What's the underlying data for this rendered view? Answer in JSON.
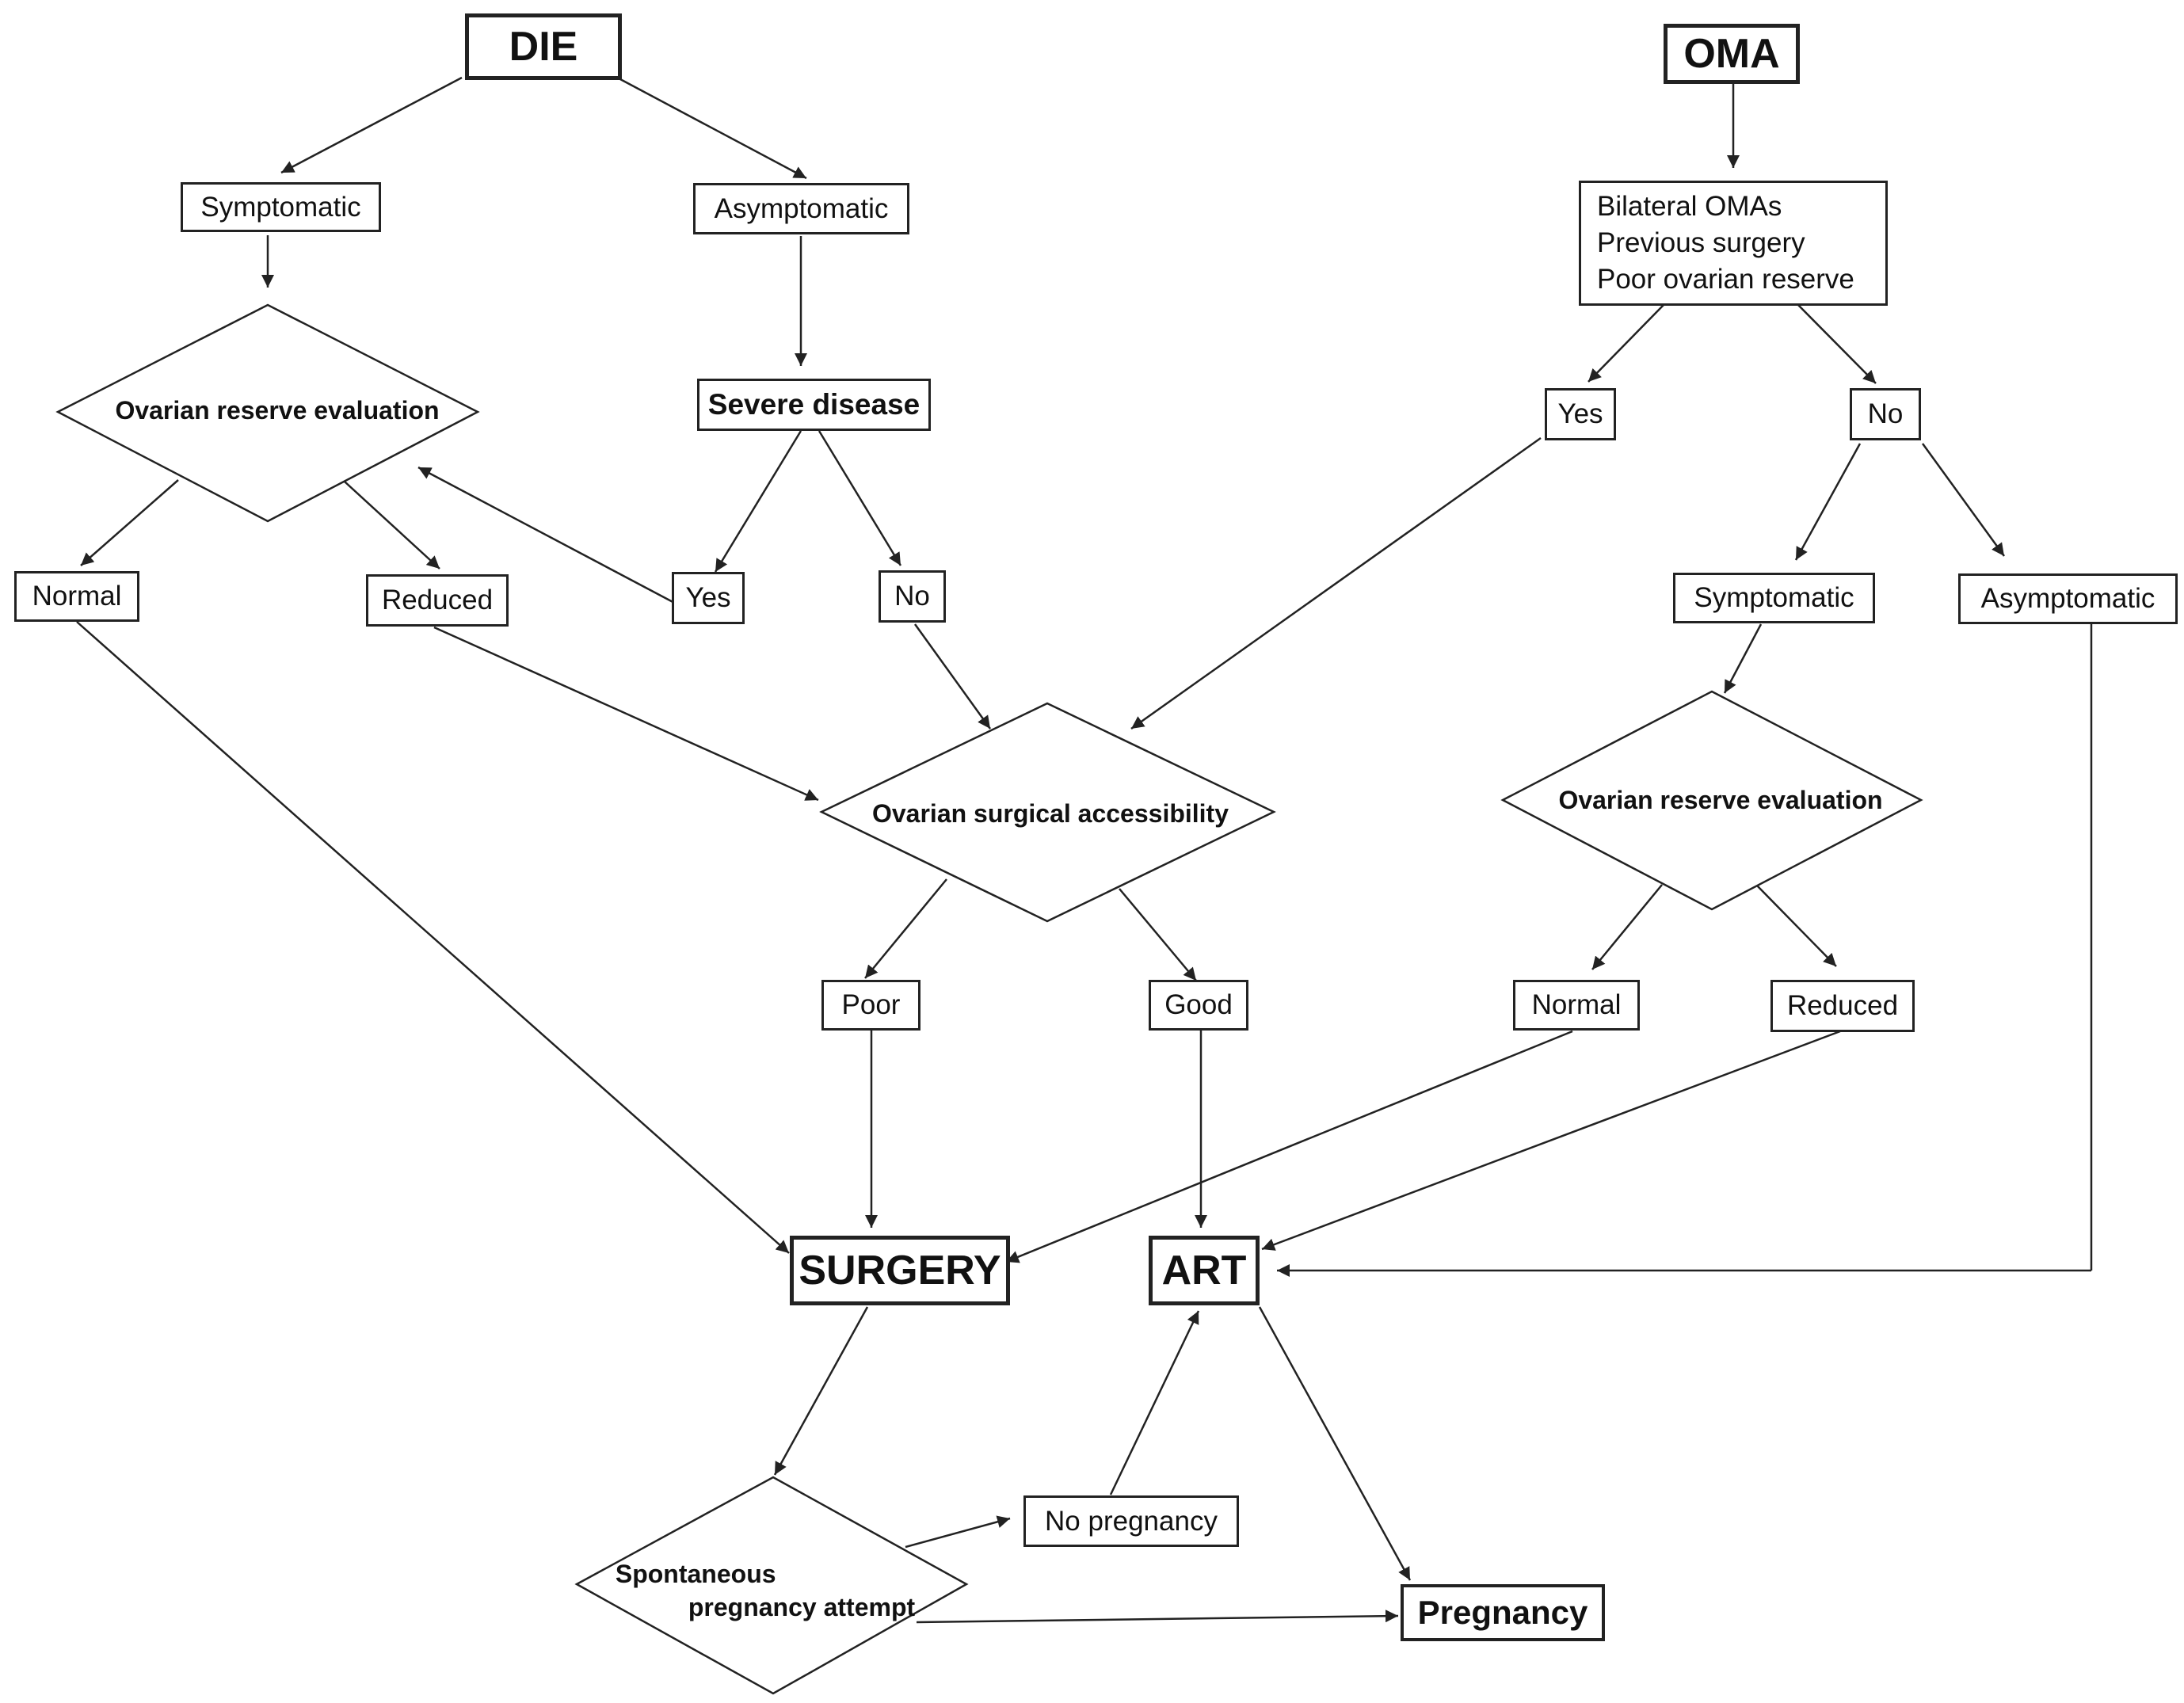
{
  "die": "DIE",
  "oma": "OMA",
  "die_branch": {
    "symptomatic": "Symptomatic",
    "asymptomatic": "Asymptomatic",
    "ovarian_reserve_evaluation": "Ovarian reserve evaluation",
    "severe_disease": "Severe disease",
    "normal": "Normal",
    "reduced": "Reduced",
    "yes": "Yes",
    "no": "No"
  },
  "oma_branch": {
    "criteria": [
      "Bilateral OMAs",
      "Previous surgery",
      "Poor ovarian reserve"
    ],
    "yes": "Yes",
    "no": "No",
    "symptomatic": "Symptomatic",
    "asymptomatic": "Asymptomatic",
    "ovarian_reserve_evaluation": "Ovarian reserve evaluation",
    "normal": "Normal",
    "reduced": "Reduced"
  },
  "center": {
    "ovarian_surgical_accessibility": "Ovarian  surgical accessibility",
    "poor": "Poor",
    "good": "Good"
  },
  "outcomes": {
    "surgery": "SURGERY",
    "art": "ART",
    "spontaneous_line1": "Spontaneous",
    "spontaneous_line2": "pregnancy attempt",
    "no_pregnancy": "No pregnancy",
    "pregnancy": "Pregnancy"
  }
}
